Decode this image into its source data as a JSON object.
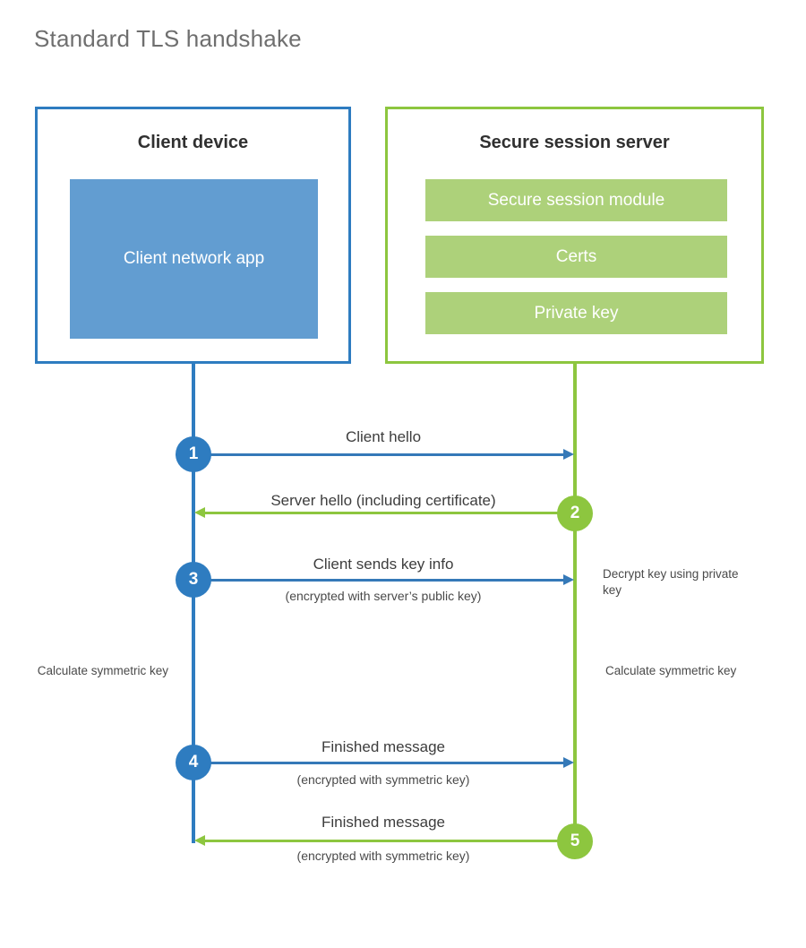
{
  "title": "Standard TLS handshake",
  "colors": {
    "client_blue": "#2E7CC0",
    "client_app_blue": "#629DD1",
    "server_green": "#8DC63F",
    "server_module_green": "#ADD17A",
    "arrow_blue": "#3579B8",
    "title_gray": "#6f6f6f",
    "text_gray": "#3d3d3d",
    "background": "#ffffff"
  },
  "client": {
    "title": "Client device",
    "app_label": "Client network app"
  },
  "server": {
    "title": "Secure session server",
    "modules": [
      {
        "label": "Secure session module"
      },
      {
        "label": "Certs"
      },
      {
        "label": "Private key"
      }
    ]
  },
  "steps": [
    {
      "number": "1",
      "label": "Client hello",
      "sublabel": "",
      "direction": "client-to-server",
      "color": "blue"
    },
    {
      "number": "2",
      "label": "Server hello (including certificate)",
      "sublabel": "",
      "direction": "server-to-client",
      "color": "green"
    },
    {
      "number": "3",
      "label": "Client sends key info",
      "sublabel": "(encrypted with server’s public key)",
      "direction": "client-to-server",
      "color": "blue"
    },
    {
      "number": "4",
      "label": "Finished message",
      "sublabel": "(encrypted with symmetric key)",
      "direction": "client-to-server",
      "color": "blue"
    },
    {
      "number": "5",
      "label": "Finished message",
      "sublabel": "(encrypted with symmetric key)",
      "direction": "server-to-client",
      "color": "green"
    }
  ],
  "notes": {
    "server_decrypt": "Decrypt key using private key",
    "client_calculate": "Calculate symmetric key",
    "server_calculate": "Calculate symmetric key"
  }
}
